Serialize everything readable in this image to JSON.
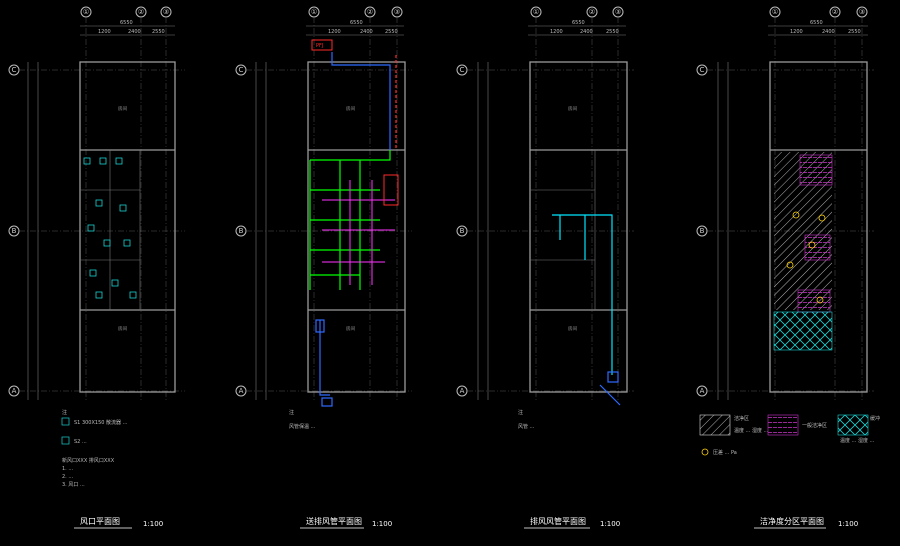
{
  "drawings": [
    {
      "title": "风口平面图",
      "scale": "1:100",
      "top_axes": [
        "①",
        "②",
        "③"
      ],
      "side_axes": [
        "C",
        "B",
        "A"
      ],
      "dims_top": [
        "6550",
        "1200",
        "2400",
        "2550"
      ],
      "notes_heading": "注",
      "notes": [
        "S1  300X150 散流器 ...",
        "S2  ...",
        "新风口XXX 排风口XXX",
        "1. ...",
        "2. ...",
        "3. 风口 ..."
      ]
    },
    {
      "title": "送排风管平面图",
      "scale": "1:100",
      "top_axes": [
        "①",
        "②",
        "③"
      ],
      "side_axes": [
        "C",
        "B",
        "A"
      ],
      "dims_top": [
        "6550",
        "1200",
        "2400",
        "2550"
      ],
      "notes_heading": "注",
      "notes": [
        "风管保温 ..."
      ],
      "tag": "PFJ"
    },
    {
      "title": "排风风管平面图",
      "scale": "1:100",
      "top_axes": [
        "①",
        "②",
        "③"
      ],
      "side_axes": [
        "C",
        "B",
        "A"
      ],
      "dims_top": [
        "6550",
        "1200",
        "2400",
        "2550"
      ],
      "notes_heading": "注",
      "notes": [
        "风管 ..."
      ]
    },
    {
      "title": "洁净度分区平面图",
      "scale": "1:100",
      "top_axes": [
        "①",
        "②",
        "③"
      ],
      "side_axes": [
        "C",
        "B",
        "A"
      ],
      "dims_top": [
        "6550",
        "1200",
        "2400",
        "2550"
      ],
      "notes_heading": "",
      "notes": [],
      "legend": [
        {
          "label": "洁净区",
          "sub": "温度  ...  湿度  ..."
        },
        {
          "label": "一般洁净区",
          "sub": ""
        },
        {
          "label": "缓冲",
          "sub": "温度  ...  湿度  ..."
        }
      ],
      "legend_note": "压差 ... Pa"
    }
  ],
  "colors": {
    "background": "#000000",
    "wall": "#9a9a9a",
    "supply": "#00ff00",
    "exhaust": "#ff33ff",
    "duct_blue": "#2f6bff",
    "duct_cyan": "#00e5ff",
    "tag_red": "#ff2a2a",
    "hatch_white": "#dddddd",
    "hatch_magenta": "#cc33cc",
    "hatch_cyan": "#1ad1d1"
  }
}
